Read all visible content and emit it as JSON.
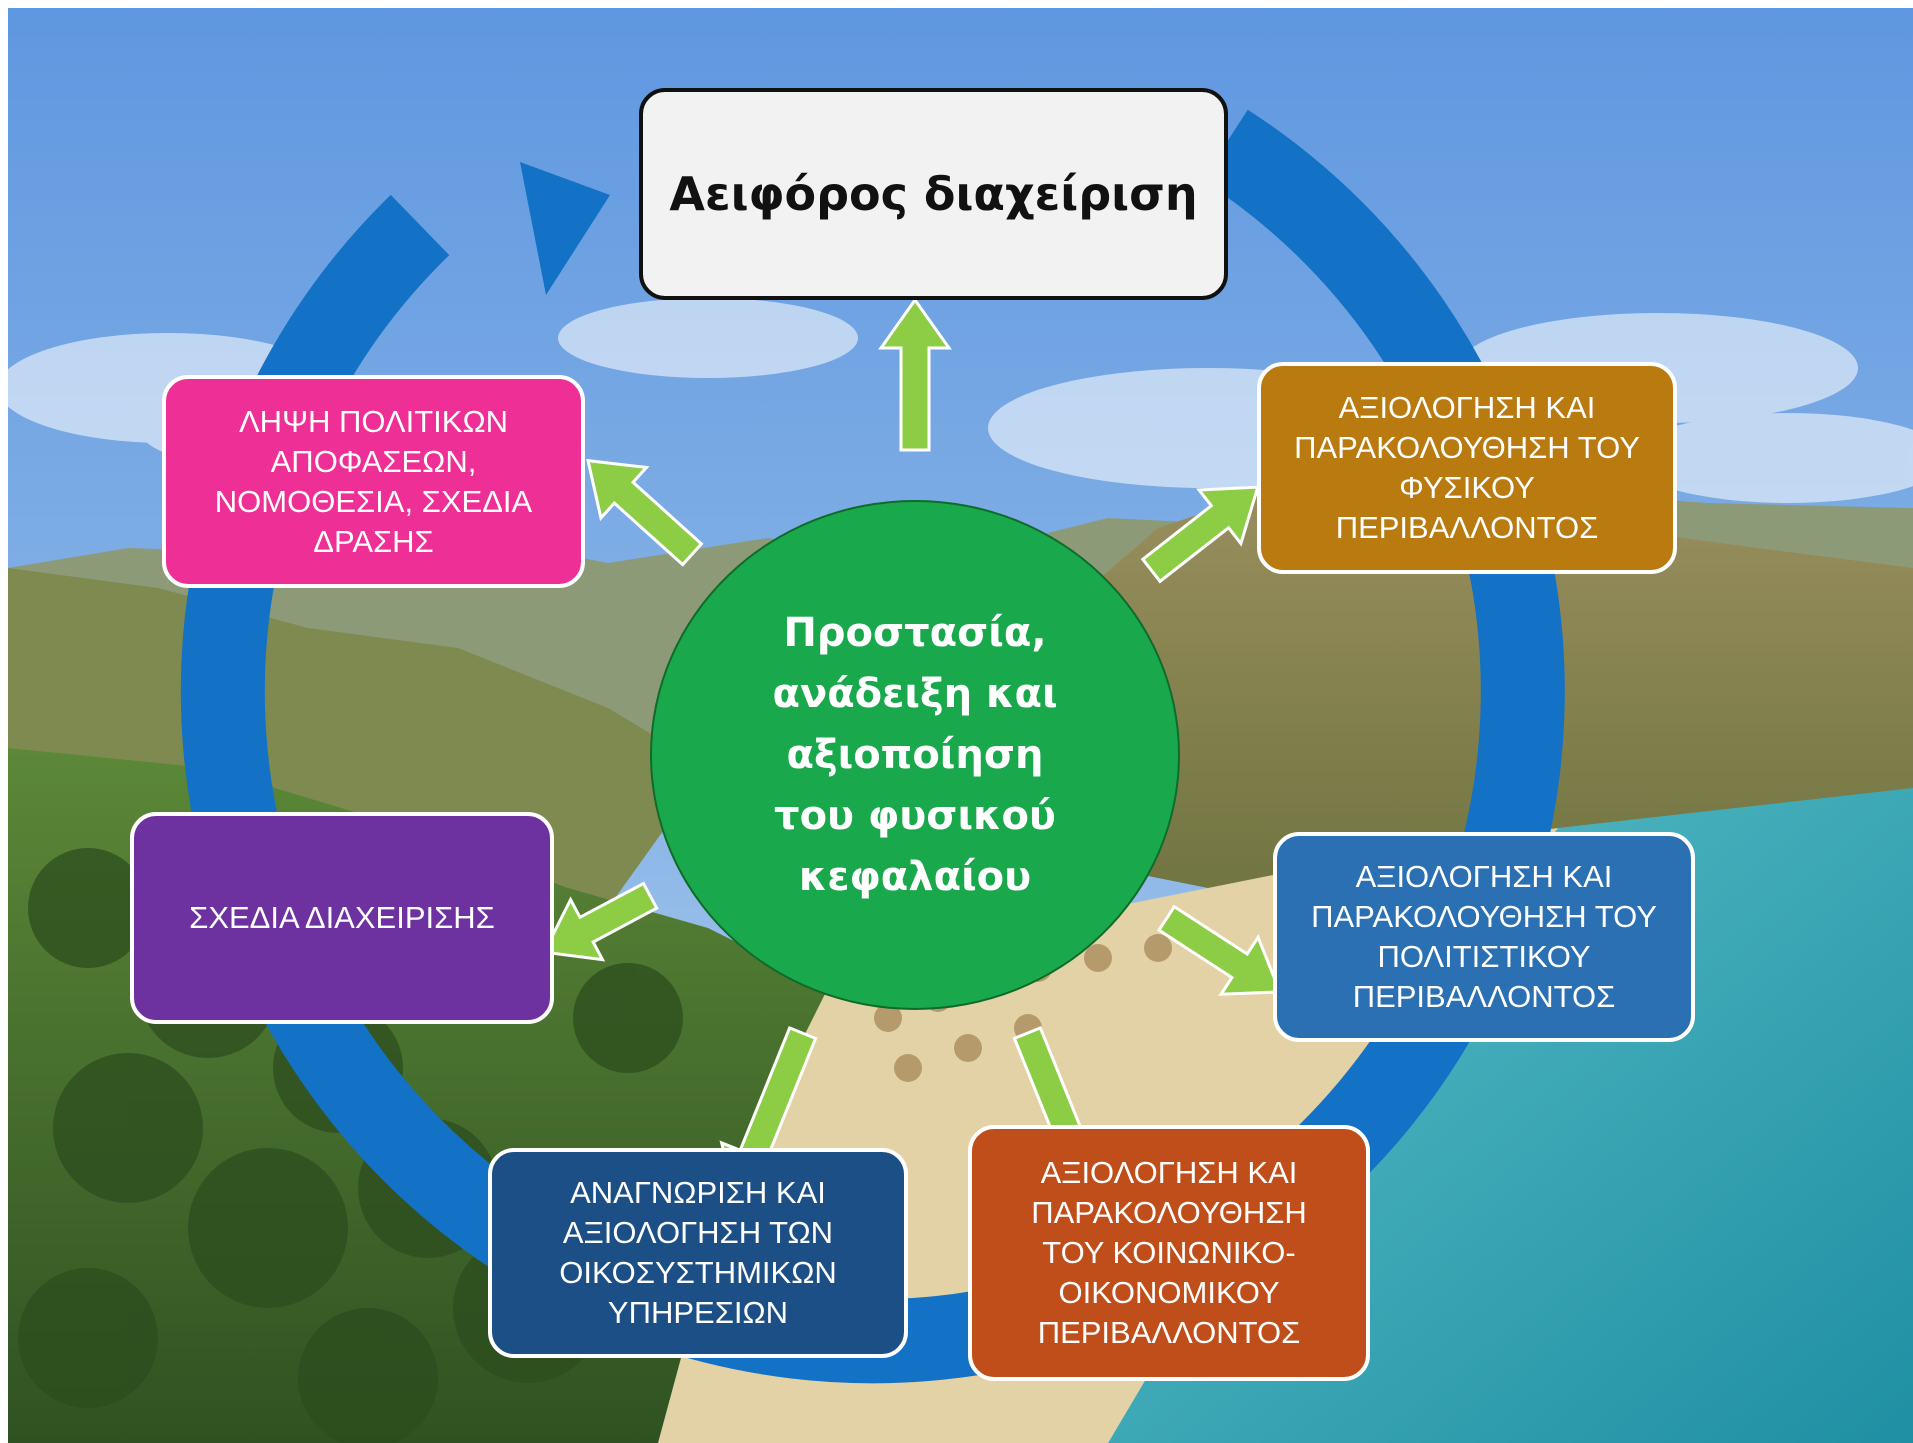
{
  "diagram": {
    "top_box": {
      "label": "Αειφόρος διαχείριση",
      "color": "#f2f2f2"
    },
    "center": {
      "label": "Προστασία,\nανάδειξη και\nαξιοποίηση\nτου φυσικού\nκεφαλαίου",
      "color": "#1aa84c"
    },
    "boxes": [
      {
        "id": "natural-env",
        "label": "ΑΞΙΟΛΟΓΗΣΗ ΚΑΙ\nΠΑΡΑΚΟΛΟΥΘΗΣΗ ΤΟΥ\nΦΥΣΙΚΟΥ\nΠΕΡΙΒΑΛΛΟΝΤΟΣ",
        "color": "#b97a10"
      },
      {
        "id": "cultural-env",
        "label": "ΑΞΙΟΛΟΓΗΣΗ ΚΑΙ\nΠΑΡΑΚΟΛΟΥΘΗΣΗ ΤΟΥ\nΠΟΛΙΤΙΣΤΙΚΟΥ\nΠΕΡΙΒΑΛΛΟΝΤΟΣ",
        "color": "#2a70b3"
      },
      {
        "id": "socioeconomic-env",
        "label": "ΑΞΙΟΛΟΓΗΣΗ ΚΑΙ\nΠΑΡΑΚΟΛΟΥΘΗΣΗ\nΤΟΥ ΚΟΙΝΩΝΙΚΟ-\nΟΙΚΟΝΟΜΙΚΟΥ\nΠΕΡΙΒΑΛΛΟΝΤΟΣ",
        "color": "#c04e1a"
      },
      {
        "id": "ecosystem-services",
        "label": "ΑΝΑΓΝΩΡΙΣΗ ΚΑΙ\nΑΞΙΟΛΟΓΗΣΗ ΤΩΝ\nΟΙΚΟΣΥΣΤΗΜΙΚΩΝ\nΥΠΗΡΕΣΙΩΝ",
        "color": "#1c4f86"
      },
      {
        "id": "management-plans",
        "label": "ΣΧΕΔΙΑ ΔΙΑΧΕΙΡΙΣΗΣ",
        "color": "#6e32a0"
      },
      {
        "id": "policy-decisions",
        "label": "ΛΗΨΗ ΠΟΛΙΤΙΚΩΝ\nΑΠΟΦΑΣΕΩΝ,\nΝΟΜΟΘΕΣΙΑ, ΣΧΕΔΙΑ\nΔΡΑΣΗΣ",
        "color": "#ee2f95"
      }
    ],
    "cycle_color": "#1372c6",
    "arrow_color": "#8dcd45"
  },
  "background": {
    "sky": "#6ea2de",
    "mountain": "#8a8a5a",
    "sea": "#2f9fae",
    "sand": "#e8d8b0",
    "palms": "#3d6a2a"
  }
}
